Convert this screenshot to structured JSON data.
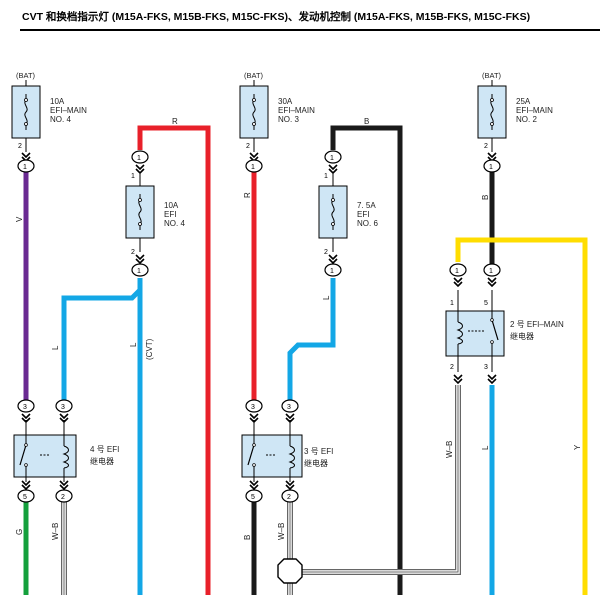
{
  "title": "CVT 和换档指示灯 (M15A-FKS, M15B-FKS, M15C-FKS)、发动机控制 (M15A-FKS, M15B-FKS, M15C-FKS)",
  "colors": {
    "V": "#6a2a92",
    "R": "#e8202a",
    "L": "#13a7e6",
    "B": "#1a1a1a",
    "Y": "#ffdd00",
    "G": "#14a03c",
    "W-B": "#777777",
    "box_fill": "#cfe6f5"
  },
  "fuses": [
    {
      "bat": "(BAT)",
      "rating": "10A",
      "name": "EFI–MAIN",
      "no": "NO. 4",
      "pin": "2"
    },
    {
      "bat": "",
      "rating": "10A",
      "name": "EFI",
      "no": "NO. 4",
      "pin_top": "1",
      "pin_bot": "2"
    },
    {
      "bat": "(BAT)",
      "rating": "30A",
      "name": "EFI–MAIN",
      "no": "NO. 3",
      "pin": "2"
    },
    {
      "bat": "",
      "rating": "7. 5A",
      "name": "EFI",
      "no": "NO. 6",
      "pin_top": "1",
      "pin_bot": "2"
    },
    {
      "bat": "(BAT)",
      "rating": "25A",
      "name": "EFI–MAIN",
      "no": "NO. 2",
      "pin": "2"
    }
  ],
  "relays": [
    {
      "name": "4 号 EFI",
      "sub": "继电器",
      "pins": [
        "3",
        "3",
        "5",
        "2"
      ]
    },
    {
      "name": "3 号 EFI",
      "sub": "继电器",
      "pins": [
        "3",
        "3",
        "5",
        "2"
      ]
    },
    {
      "name": "2 号 EFI–MAIN",
      "sub": "继电器",
      "pins": [
        "1",
        "5",
        "2",
        "3"
      ]
    }
  ],
  "connectors": [
    "1",
    "1",
    "1",
    "1",
    "1",
    "1",
    "1",
    "1",
    "1",
    "3",
    "3",
    "5",
    "2",
    "3",
    "3",
    "5",
    "2",
    "1",
    "1",
    "2",
    "3"
  ],
  "wire_labels": [
    "R",
    "B",
    "V",
    "L",
    "L",
    "(CVT)",
    "R",
    "L",
    "B",
    "G",
    "W–B",
    "B",
    "W–B",
    "W–B",
    "L",
    "Y"
  ]
}
